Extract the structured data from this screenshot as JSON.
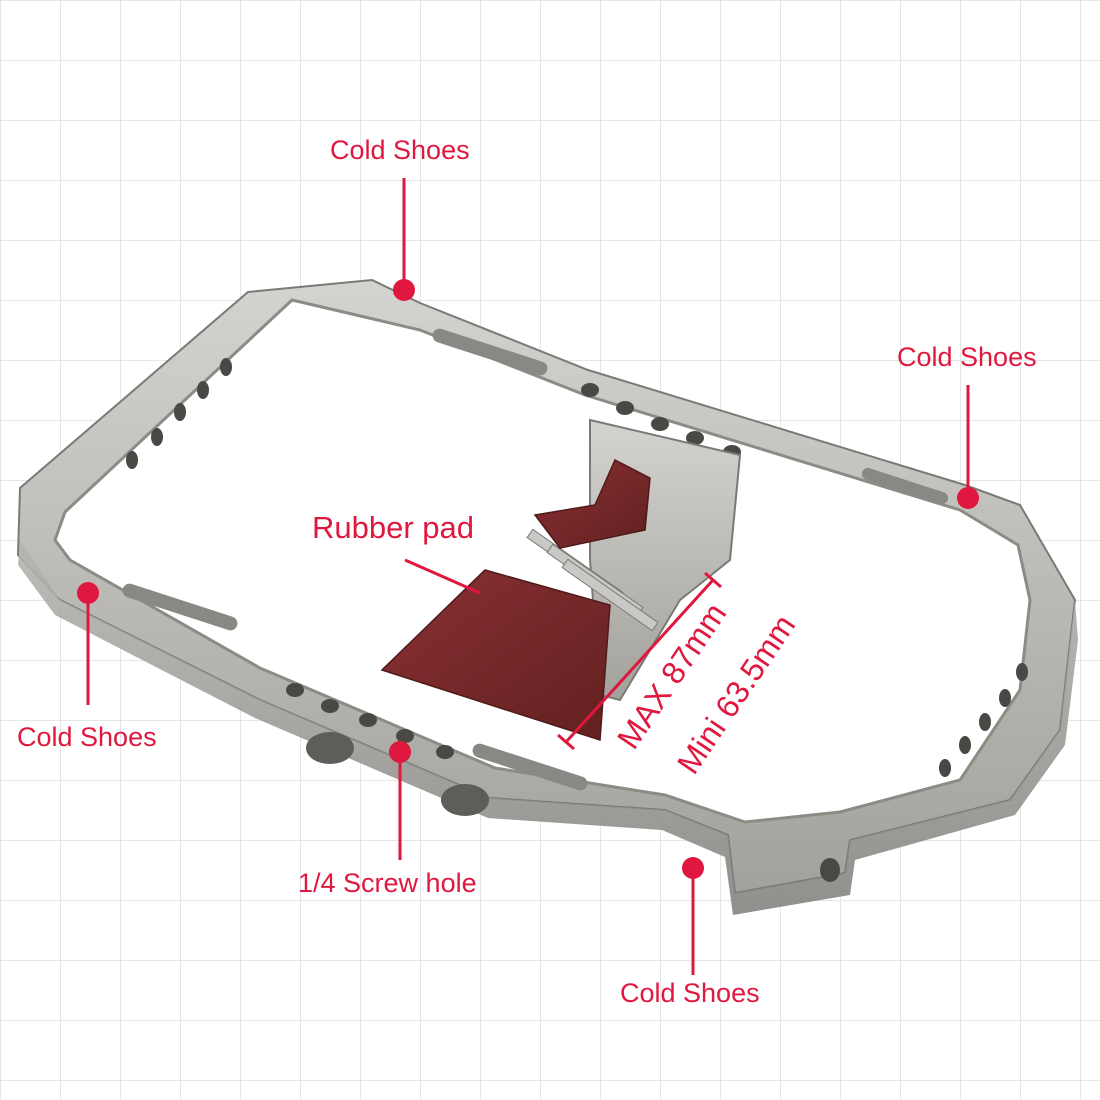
{
  "image": {
    "subject": "metal smartphone video rig cage with phone clamp",
    "colors": {
      "accent": "#e0173e",
      "metal": "#a9a7a2",
      "rubber": "#7a2a2c",
      "grid": "#e6e6e6"
    }
  },
  "labels": {
    "cold_shoes_top": "Cold Shoes",
    "cold_shoes_right": "Cold Shoes",
    "cold_shoes_left": "Cold Shoes",
    "cold_shoes_bottom": "Cold Shoes",
    "rubber_pad": "Rubber pad",
    "screw_hole": "1/4 Screw hole",
    "max_width": "MAX 87mm",
    "min_width": "Mini 63.5mm"
  }
}
